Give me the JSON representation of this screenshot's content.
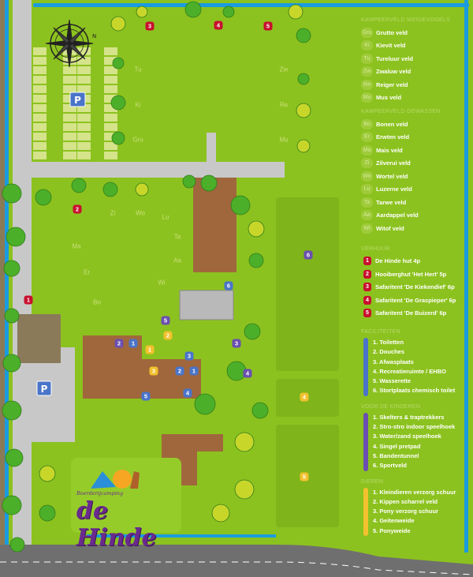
{
  "colors": {
    "grass": "#8cc21f",
    "water": "#1a9be0",
    "road": "#c8c8c8",
    "building": "#a0673c",
    "rental": "#c8102e",
    "facilities": "#4a74c9",
    "kids": "#6a4fb0",
    "animals": "#f2c12e"
  },
  "legend": {
    "weidevogels": {
      "title": "KAMPEERVELD WEIDEVOGELS",
      "items": [
        {
          "abbr": "Gru",
          "label": "Grutto veld"
        },
        {
          "abbr": "Ki",
          "label": "Kievit veld"
        },
        {
          "abbr": "Tu",
          "label": "Tureluur veld"
        },
        {
          "abbr": "Zw",
          "label": "Zwaluw veld"
        },
        {
          "abbr": "Re",
          "label": "Reiger veld"
        },
        {
          "abbr": "Mu",
          "label": "Mus veld"
        }
      ]
    },
    "gewassen": {
      "title": "KAMPEERVELD GEWASSEN",
      "items": [
        {
          "abbr": "Bo",
          "label": "Bonen veld"
        },
        {
          "abbr": "Er",
          "label": "Erwten veld"
        },
        {
          "abbr": "Ma",
          "label": "Mais veld"
        },
        {
          "abbr": "Zi",
          "label": "Zilverui veld"
        },
        {
          "abbr": "Wo",
          "label": "Wortel veld"
        },
        {
          "abbr": "Lu",
          "label": "Luzerne veld"
        },
        {
          "abbr": "Ta",
          "label": "Tarwe veld"
        },
        {
          "abbr": "Aa",
          "label": "Aardappel veld"
        },
        {
          "abbr": "Wi",
          "label": "Witof veld"
        }
      ]
    },
    "verhuur": {
      "title": "VERHUUR",
      "items": [
        {
          "num": "1",
          "label": "De Hinde hut 4p"
        },
        {
          "num": "2",
          "label": "Hooiberghut 'Het Hert' 5p"
        },
        {
          "num": "3",
          "label": "Safaritent 'De Kiekendief' 6p"
        },
        {
          "num": "4",
          "label": "Safaritent 'De Graspieper' 6p"
        },
        {
          "num": "5",
          "label": "Safaritent 'De Buizerd' 6p"
        }
      ]
    },
    "faciliteiten": {
      "title": "FACILITEITEN",
      "items": [
        "1. Toiletten",
        "2. Douches",
        "3. Afwasplaats",
        "4. Recreatieruimte / EHBO",
        "5. Wasserette",
        "6. Stortplaats chemisch toilet"
      ]
    },
    "kinderen": {
      "title": "VOOR DE KINDEREN",
      "items": [
        "1. Skelters & traptrekkers",
        "2. Stro-stro indoor speelhoek",
        "3. Water/zand speelhoek",
        "4. Singel pretpad",
        "5. Bandentunnel",
        "6. Sportveld"
      ]
    },
    "dieren": {
      "title": "DIEREN",
      "items": [
        "1. Kleindieren verzorg schuur",
        "2. Kippen scharrel veld",
        "3. Pony verzorg schuur",
        "4. Geitenweide",
        "5. Ponyweide"
      ]
    }
  },
  "map": {
    "parking_label": "P",
    "compass_label": "N",
    "field_labels": [
      "Tu",
      "Ki",
      "Gru",
      "Zw",
      "Re",
      "Mu",
      "Zi",
      "Wo",
      "Lu",
      "Ta",
      "Aa",
      "Wi",
      "Ma",
      "Er",
      "Bo"
    ],
    "markers": [
      {
        "type": "rental",
        "num": "3"
      },
      {
        "type": "rental",
        "num": "4"
      },
      {
        "type": "rental",
        "num": "5"
      },
      {
        "type": "rental",
        "num": "2"
      },
      {
        "type": "rental",
        "num": "1"
      },
      {
        "type": "facilities",
        "num": "6"
      },
      {
        "type": "kids",
        "num": "2"
      },
      {
        "type": "facilities",
        "num": "1"
      },
      {
        "type": "animals",
        "num": "2"
      },
      {
        "type": "animals",
        "num": "1"
      },
      {
        "type": "animals",
        "num": "3"
      },
      {
        "type": "facilities",
        "num": "3"
      },
      {
        "type": "facilities",
        "num": "2"
      },
      {
        "type": "facilities",
        "num": "1"
      },
      {
        "type": "facilities",
        "num": "5"
      },
      {
        "type": "facilities",
        "num": "4"
      },
      {
        "type": "kids",
        "num": "5"
      },
      {
        "type": "kids",
        "num": "3"
      },
      {
        "type": "kids",
        "num": "4"
      },
      {
        "type": "kids",
        "num": "6"
      },
      {
        "type": "animals",
        "num": "4"
      },
      {
        "type": "animals",
        "num": "5"
      }
    ]
  },
  "logo": {
    "subtitle": "Boerderijcamping",
    "name": "de Hinde"
  }
}
